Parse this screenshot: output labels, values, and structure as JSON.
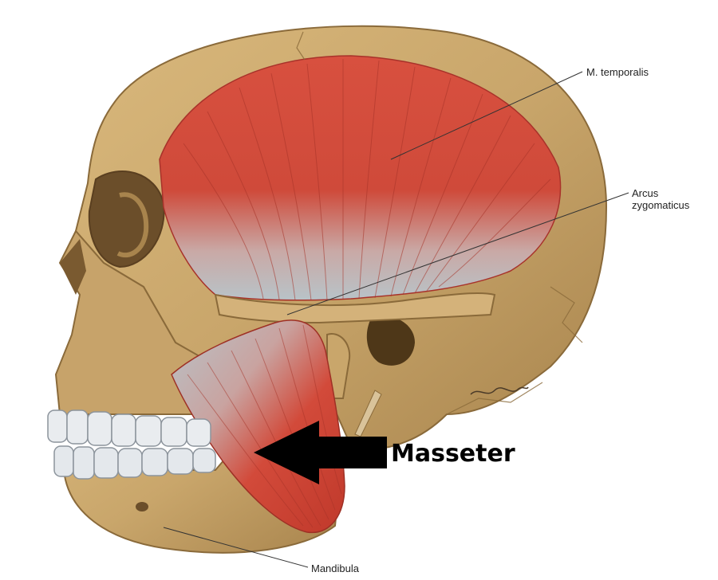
{
  "labels": {
    "temporalis": "M. temporalis",
    "arcus_line1": "Arcus",
    "arcus_line2": "zygomaticus",
    "mandibula": "Mandibula",
    "masseter": "Masseter"
  },
  "colors": {
    "bone": "#c9a66b",
    "bone_dark": "#8a6a3a",
    "muscle": "#d24a3a",
    "tendon": "#b7c2c8",
    "teeth": "#e9ecef",
    "arrow": "#000000"
  },
  "icons": {
    "pointer": "black-arrow-left"
  }
}
